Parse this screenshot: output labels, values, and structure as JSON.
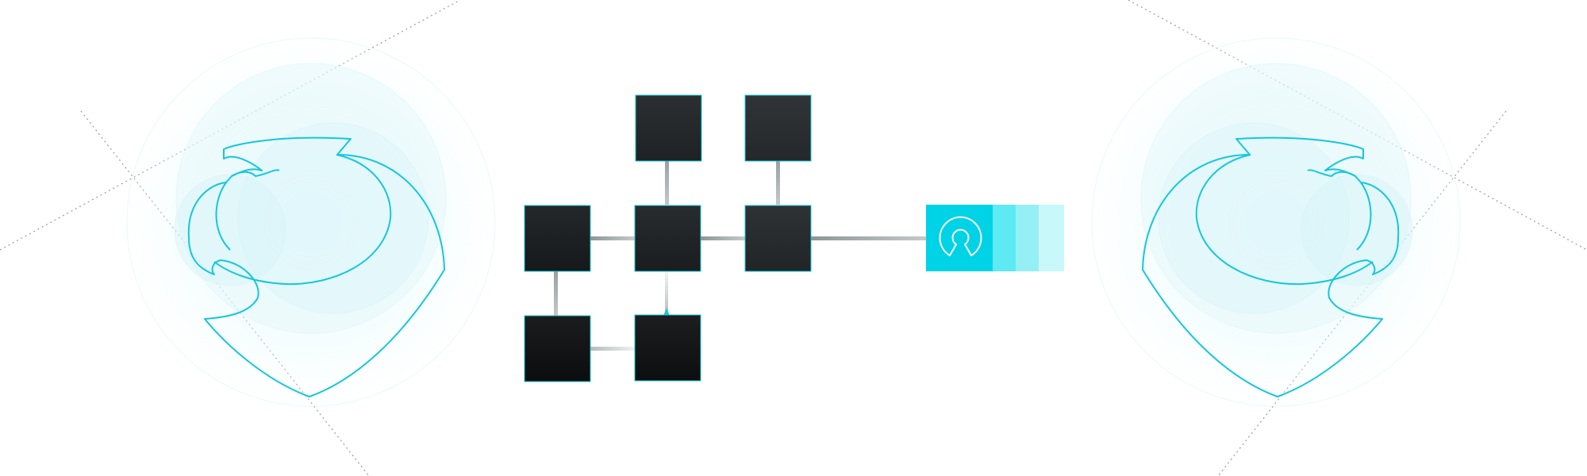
{
  "diagram": {
    "nodes": [
      {
        "id": "top-left",
        "color_top": "#2c2f31",
        "color_bottom": "#1e2224"
      },
      {
        "id": "top-right",
        "color_top": "#303436",
        "color_bottom": "#24282a"
      },
      {
        "id": "mid-left",
        "color_top": "#24282a",
        "color_bottom": "#16191b"
      },
      {
        "id": "mid-center",
        "color_top": "#282c2e",
        "color_bottom": "#1a1d1f"
      },
      {
        "id": "mid-right",
        "color_top": "#2e3234",
        "color_bottom": "#212527"
      },
      {
        "id": "bottom-left",
        "color_top": "#1a1c1d",
        "color_bottom": "#0c0d0e"
      },
      {
        "id": "bottom-center",
        "color_top": "#1c1e1f",
        "color_bottom": "#0d0e0f"
      }
    ],
    "edges": [
      {
        "from": "top-left",
        "to": "mid-center"
      },
      {
        "from": "top-right",
        "to": "mid-right"
      },
      {
        "from": "mid-left",
        "to": "mid-center"
      },
      {
        "from": "mid-center",
        "to": "mid-right"
      },
      {
        "from": "mid-left",
        "to": "bottom-left"
      },
      {
        "from": "mid-center",
        "to": "bottom-center"
      },
      {
        "from": "bottom-left",
        "to": "bottom-center"
      },
      {
        "from": "mid-right",
        "to": "target"
      }
    ],
    "target": {
      "icon": "open-source-icon",
      "colors": [
        "#00d3e6",
        "#5eeaf2",
        "#94f0f5",
        "#c8f8fa"
      ]
    },
    "emblem": {
      "icon": "bird-emblem-icon",
      "stroke_color": "#16c6dc",
      "glow_color": "#d8f7fb"
    },
    "guide_line_color": "#9a9a9a",
    "connector_color": "#a9b0b2",
    "node_border_color": "#14c9df"
  }
}
